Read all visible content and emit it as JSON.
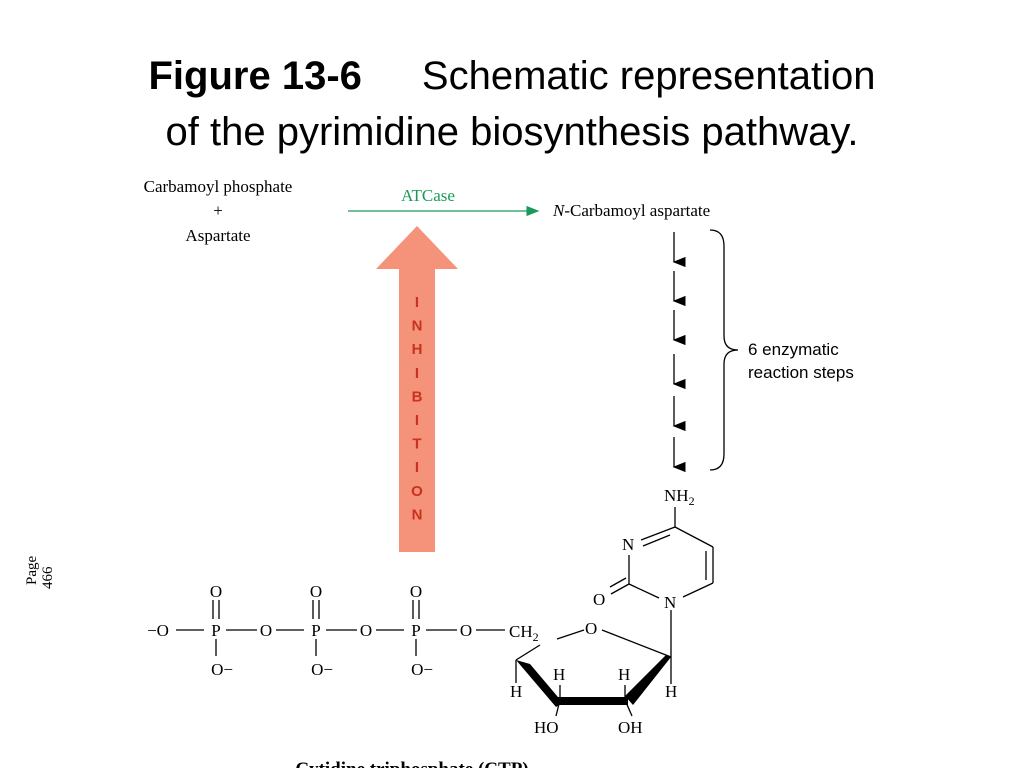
{
  "title": {
    "label": "Figure 13-6",
    "line1": "Schematic representation",
    "line2": "of the pyrimidine biosynthesis pathway."
  },
  "page_note": {
    "word": "Page",
    "number": "466"
  },
  "reactants": {
    "first": "Carbamoyl phosphate",
    "plus": "+",
    "second": "Aspartate"
  },
  "enzyme": "ATCase",
  "product": {
    "italic": "N",
    "rest": "-Carbamoyl aspartate"
  },
  "steps_note": {
    "line1": "6 enzymatic",
    "line2": "reaction steps"
  },
  "inhibition_letters": [
    "I",
    "N",
    "H",
    "I",
    "B",
    "I",
    "T",
    "I",
    "O",
    "N"
  ],
  "ctp": {
    "nh2": "NH",
    "sub2": "2",
    "n3": "N",
    "n1": "N",
    "o2": "O",
    "o_ring": "O",
    "ch2": "CH",
    "ch2_sub": "2",
    "h_left": "H",
    "h_c2_label": "H",
    "h_c3_label": "H",
    "h_right": "H",
    "ho": "HO",
    "oh": "OH",
    "phosphate": {
      "o_minus_left": "−O",
      "p1": "P",
      "p2": "P",
      "p3": "P",
      "o_bridge1": "O",
      "o_bridge2": "O",
      "o_bridge3": "O",
      "o_top1": "O",
      "o_top2": "O",
      "o_top3": "O",
      "o_bot1": "O−",
      "o_bot2": "O−",
      "o_bot3": "O−"
    },
    "caption": "Cytidine triphosphate (CTP)"
  },
  "colors": {
    "enzyme_arrow": "#1a9a5a",
    "inhibition_arrow": "#f4937a",
    "inhibition_text": "#c8321e"
  }
}
